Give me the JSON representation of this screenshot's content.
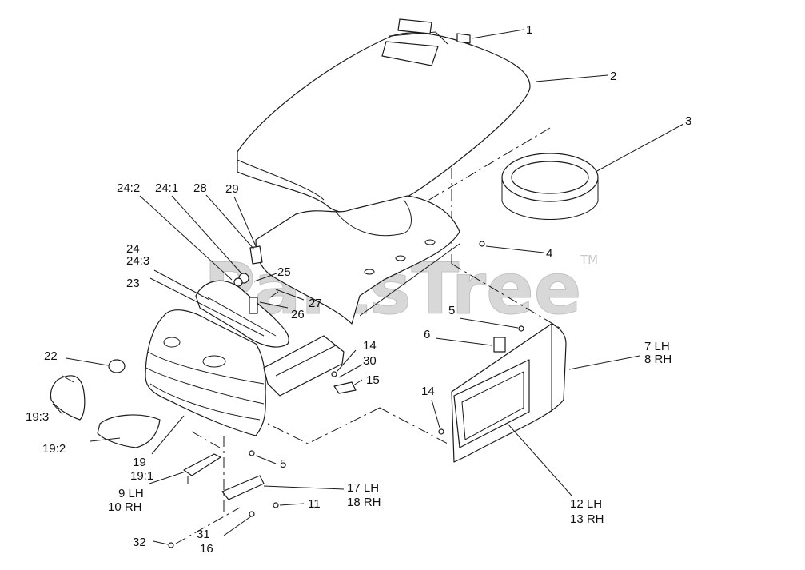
{
  "watermark": {
    "text": "PartsTree",
    "tm": "TM"
  },
  "callouts": {
    "c1": "1",
    "c2": "2",
    "c3": "3",
    "c4": "4",
    "c5a": "5",
    "c5b": "5",
    "c6": "6",
    "c7": "7 LH",
    "c8": "8 RH",
    "c9": "9 LH",
    "c10": "10 RH",
    "c11": "11",
    "c12": "12 LH",
    "c13": "13 RH",
    "c14a": "14",
    "c14b": "14",
    "c15": "15",
    "c16": "16",
    "c17": "17 LH",
    "c18": "18 RH",
    "c19": "19",
    "c19_1": "19:1",
    "c19_2": "19:2",
    "c19_3": "19:3",
    "c22": "22",
    "c23": "23",
    "c24": "24",
    "c24_1": "24:1",
    "c24_2": "24:2",
    "c24_3": "24:3",
    "c25": "25",
    "c26": "26",
    "c27": "27",
    "c28": "28",
    "c29": "29",
    "c30": "30",
    "c31": "31",
    "c32": "32"
  }
}
